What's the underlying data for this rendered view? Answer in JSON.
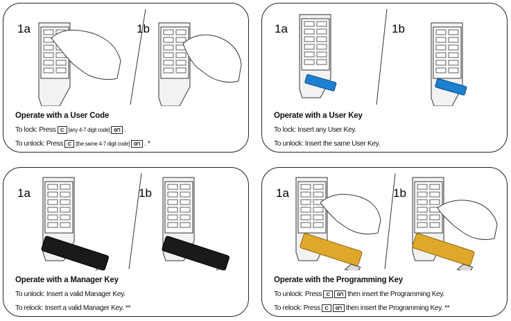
{
  "panels": [
    {
      "label_a": "1a",
      "label_b": "1b",
      "title": "Operate with a User Code",
      "lock": {
        "prefix": "To lock: Press",
        "code": "[any 4-7 digit code]",
        "end": "."
      },
      "unlock": {
        "prefix": "To unlock: Press",
        "code": "[the same 4-7 digit code]",
        "end": ". *"
      }
    },
    {
      "label_a": "1a",
      "label_b": "1b",
      "title": "Operate with a User Key",
      "line1": "To lock: Insert any User Key.",
      "line2": "To unlock: Insert the same User Key.",
      "key_color": "#1d7fd0"
    },
    {
      "label_a": "1a",
      "label_b": "1b",
      "title": "Operate with a Manager Key",
      "line1": "To unlock: Insert a valid Manager Key.",
      "line2": "To relock: Insert a valid Manager Key. **",
      "key_color": "#1a1a1a"
    },
    {
      "label_a": "1a",
      "label_b": "1b",
      "title": "Operate with the Programming Key",
      "unlock": {
        "prefix": "To unlock: Press",
        "suffix": "then insert the Programming Key."
      },
      "relock": {
        "prefix": "To relock: Press",
        "suffix": "then insert the Programming Key. **"
      },
      "key_color": "#e0a82a"
    }
  ],
  "keys": {
    "c": "C",
    "lock": "0⊓"
  },
  "icons": [
    "keypad-lock-icon",
    "hand-icon",
    "key-fob-icon",
    "lock-key-icon"
  ]
}
